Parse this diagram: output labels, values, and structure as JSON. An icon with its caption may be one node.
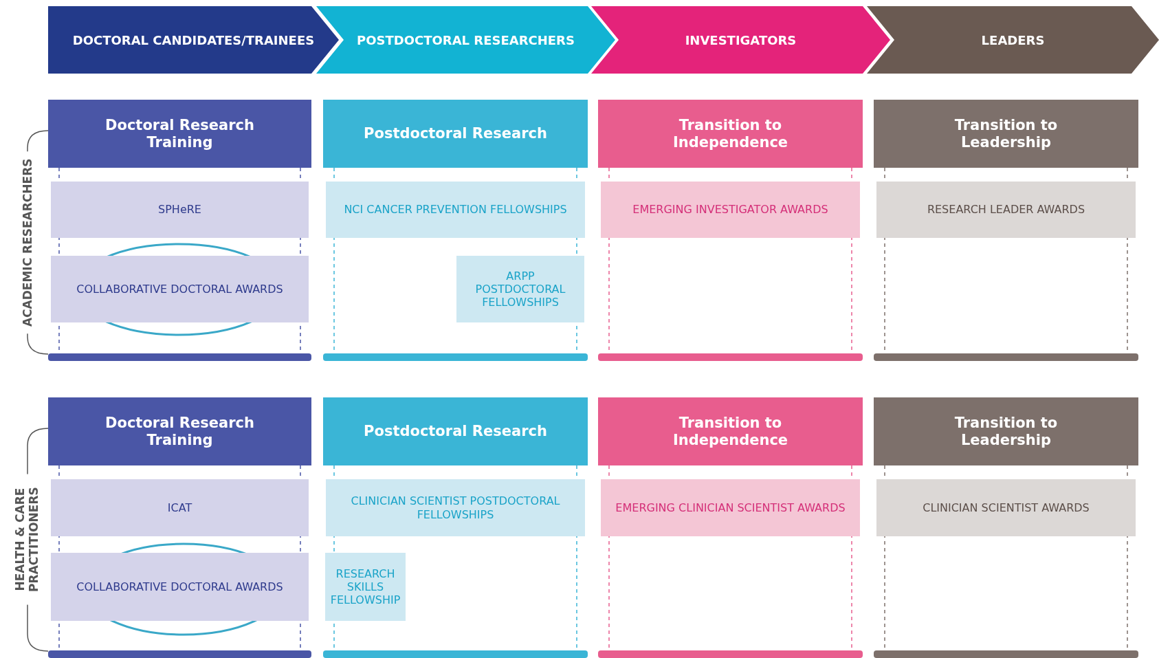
{
  "diagram": {
    "nodes": [
      {
        "text": [
          "DOCTORAL CANDIDATES/TRAINEES"
        ]
      },
      {
        "text": [
          "POSTDOCTORAL RESEARCHERS"
        ]
      },
      {
        "text": [
          "INVESTIGATORS"
        ]
      },
      {
        "text": [
          "LEADERS"
        ]
      },
      {
        "text": [
          "Doctoral Research Training"
        ]
      },
      {
        "text": [
          "Postdoctoral Research"
        ]
      },
      {
        "text": [
          "Transition to Independence"
        ]
      },
      {
        "text": [
          "Transition to Leadership"
        ]
      },
      {
        "text": [
          "SPHeRE"
        ]
      },
      {
        "text": [
          "NCI CANCER PREVENTION FELLOWSHIPS"
        ]
      },
      {
        "text": [
          "EMERGING INVESTIGATOR AWARDS"
        ]
      },
      {
        "text": [
          "RESEARCH LEADER AWARDS"
        ]
      },
      {
        "text": [
          "COLLABORATIVE DOCTORAL AWARDS"
        ]
      },
      {
        "text": [
          "ARPP POSTDOCTORAL FELLOWSHIPS"
        ]
      },
      {
        "text": [
          "Doctoral Research Training"
        ]
      },
      {
        "text": [
          "Postdoctoral Research"
        ]
      },
      {
        "text": [
          "Transition to Independence"
        ]
      },
      {
        "text": [
          "Transition to Leadership"
        ]
      },
      {
        "text": [
          "ICAT"
        ]
      },
      {
        "text": [
          "CLINICIAN SCIENTIST POSTDOCTORAL FELLOWSHIPS"
        ]
      },
      {
        "text": [
          "EMERGING CLINICIAN SCIENTIST AWARDS"
        ]
      },
      {
        "text": [
          "CLINICIAN SCIENTIST AWARDS"
        ]
      },
      {
        "text": [
          "COLLABORATIVE DOCTORAL AWARDS"
        ]
      },
      {
        "text": [
          "RESEARCH SKILLS FELLOWSHIP"
        ]
      }
    ],
    "edges": [],
    "labels": [
      "ACADEMIC RESEARCHERS",
      "HEALTH & CARE PRACTITIONERS"
    ]
  }
}
